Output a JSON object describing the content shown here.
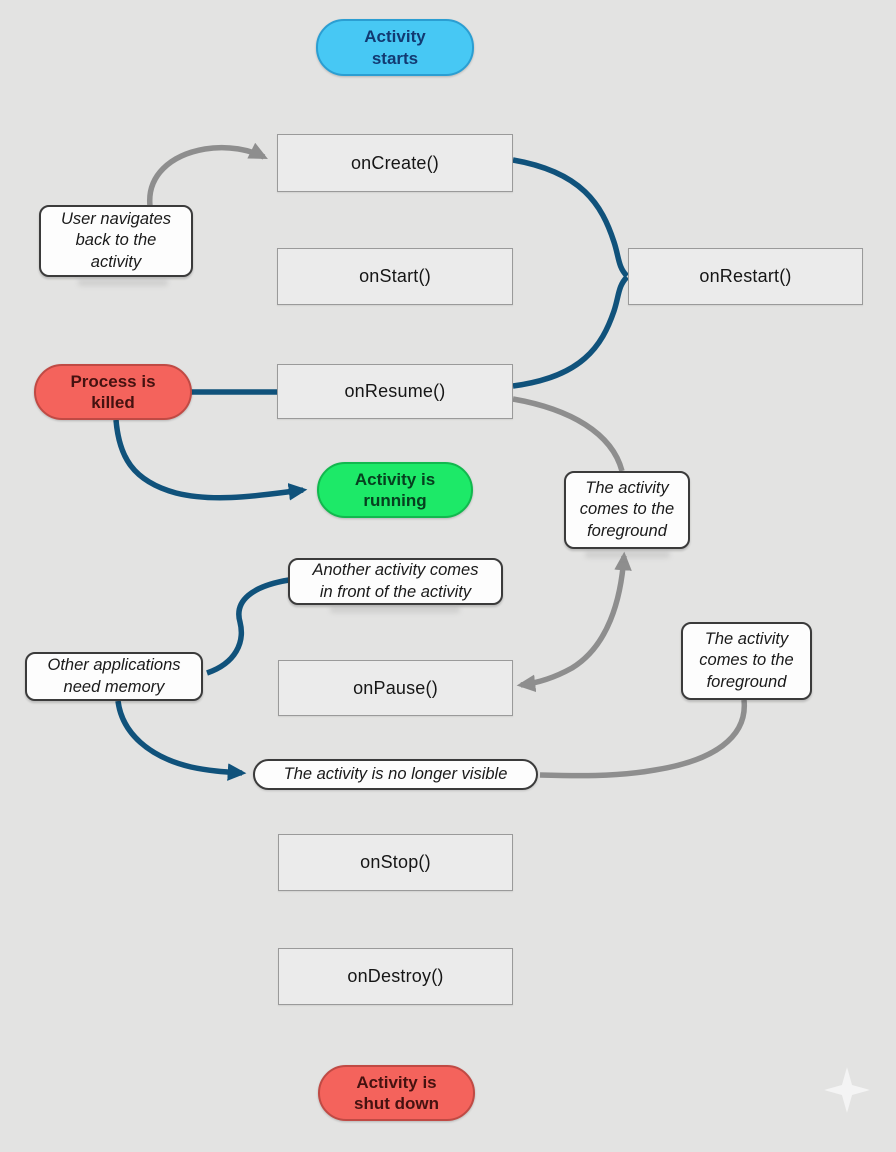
{
  "colors": {
    "background": "#e3e3e2",
    "box_fill": "#ebebeb",
    "box_border": "#9a9a9a",
    "callout_fill": "#fdfdfd",
    "callout_border": "#3b3b3b",
    "pill_blue": "#47c8f4",
    "pill_green": "#1de968",
    "pill_red": "#f4635c",
    "arrow_blue": "#10527b",
    "arrow_gray": "#8e8e8e"
  },
  "nodes": {
    "activity_starts": "Activity\nstarts",
    "on_create": "onCreate()",
    "on_start": "onStart()",
    "on_restart": "onRestart()",
    "on_resume": "onResume()",
    "process_killed": "Process is\nkilled",
    "activity_running": "Activity is\nrunning",
    "on_pause": "onPause()",
    "on_stop": "onStop()",
    "on_destroy": "onDestroy()",
    "activity_shutdown": "Activity is\nshut down",
    "no_longer_visible": "The activity is no longer visible"
  },
  "callouts": {
    "user_navigates": "User navigates\nback to the\nactivity",
    "foreground_1": "The activity\ncomes to the\nforeground",
    "foreground_2": "The activity\ncomes to the\nforeground",
    "another_activity": "Another activity comes\nin front of the activity",
    "other_apps": "Other applications\nneed memory"
  }
}
